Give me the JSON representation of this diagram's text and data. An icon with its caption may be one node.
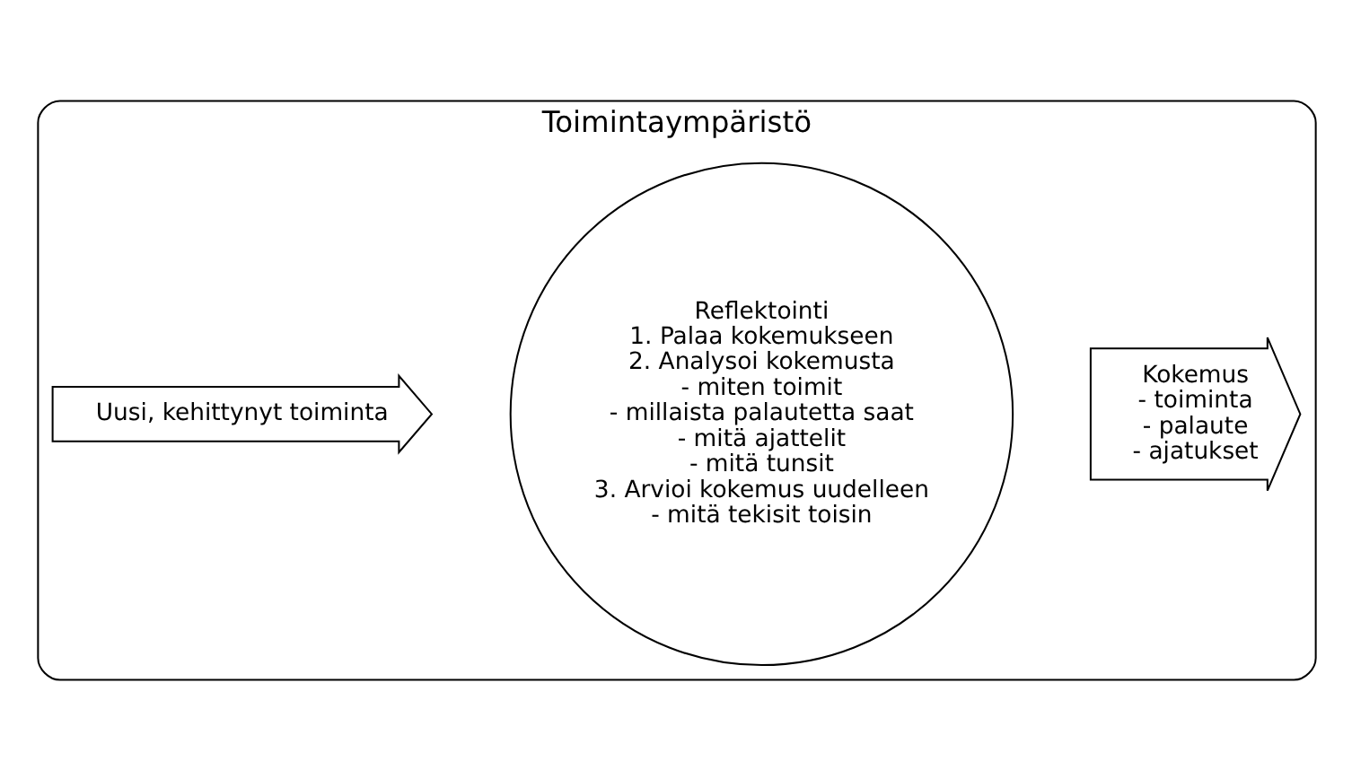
{
  "diagram": {
    "nodes": [
      {
        "text": [
          "Toimintaympäristö"
        ]
      },
      {
        "text": [
          "Kokemus",
          "- toiminta",
          "- palaute",
          "- ajatukset"
        ],
        "in": 0
      },
      {
        "text": [
          "Reflektointi",
          "1. Palaa kokemukseen",
          "2. Analysoi kokemusta",
          "- miten toimit",
          "- millaista palautetta saat",
          "- mitä ajattelit",
          "- mitä tunsit",
          "3. Arvioi kokemus uudelleen",
          "- mitä tekisit toisin"
        ],
        "in": 0
      },
      {
        "text": [
          "Uusi, kehittynyt toiminta"
        ],
        "in": 0
      }
    ]
  }
}
